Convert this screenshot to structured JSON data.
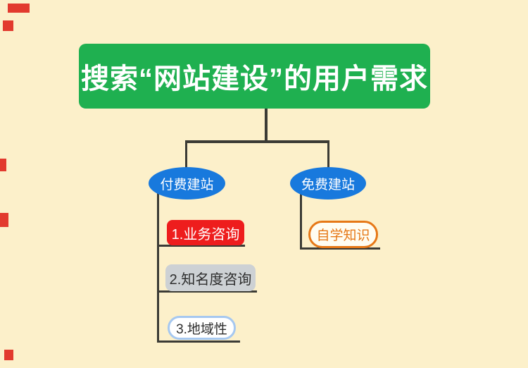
{
  "diagram": {
    "title": "搜索“网站建设”的用户需求",
    "branches": [
      {
        "label": "付费建站",
        "children": [
          {
            "label": "1.业务咨询"
          },
          {
            "label": "2.知名度咨询"
          },
          {
            "label": "3.地域性"
          }
        ]
      },
      {
        "label": "免费建站",
        "children": [
          {
            "label": "自学知识"
          }
        ]
      }
    ]
  },
  "colors": {
    "background": "#FCF0CA",
    "root_fill": "#1FB050",
    "branch_fill": "#1879DD",
    "child_red_fill": "#EE1D1D",
    "child_gray_fill": "#CDD1D4",
    "child_pill_border": "#A6C8F0",
    "child_orange_border": "#E67817",
    "connector": "#3B3B35",
    "edge_mark": "#E23A2E",
    "root_text": "#FFFFFF",
    "branch_text": "#FFFFFF"
  }
}
